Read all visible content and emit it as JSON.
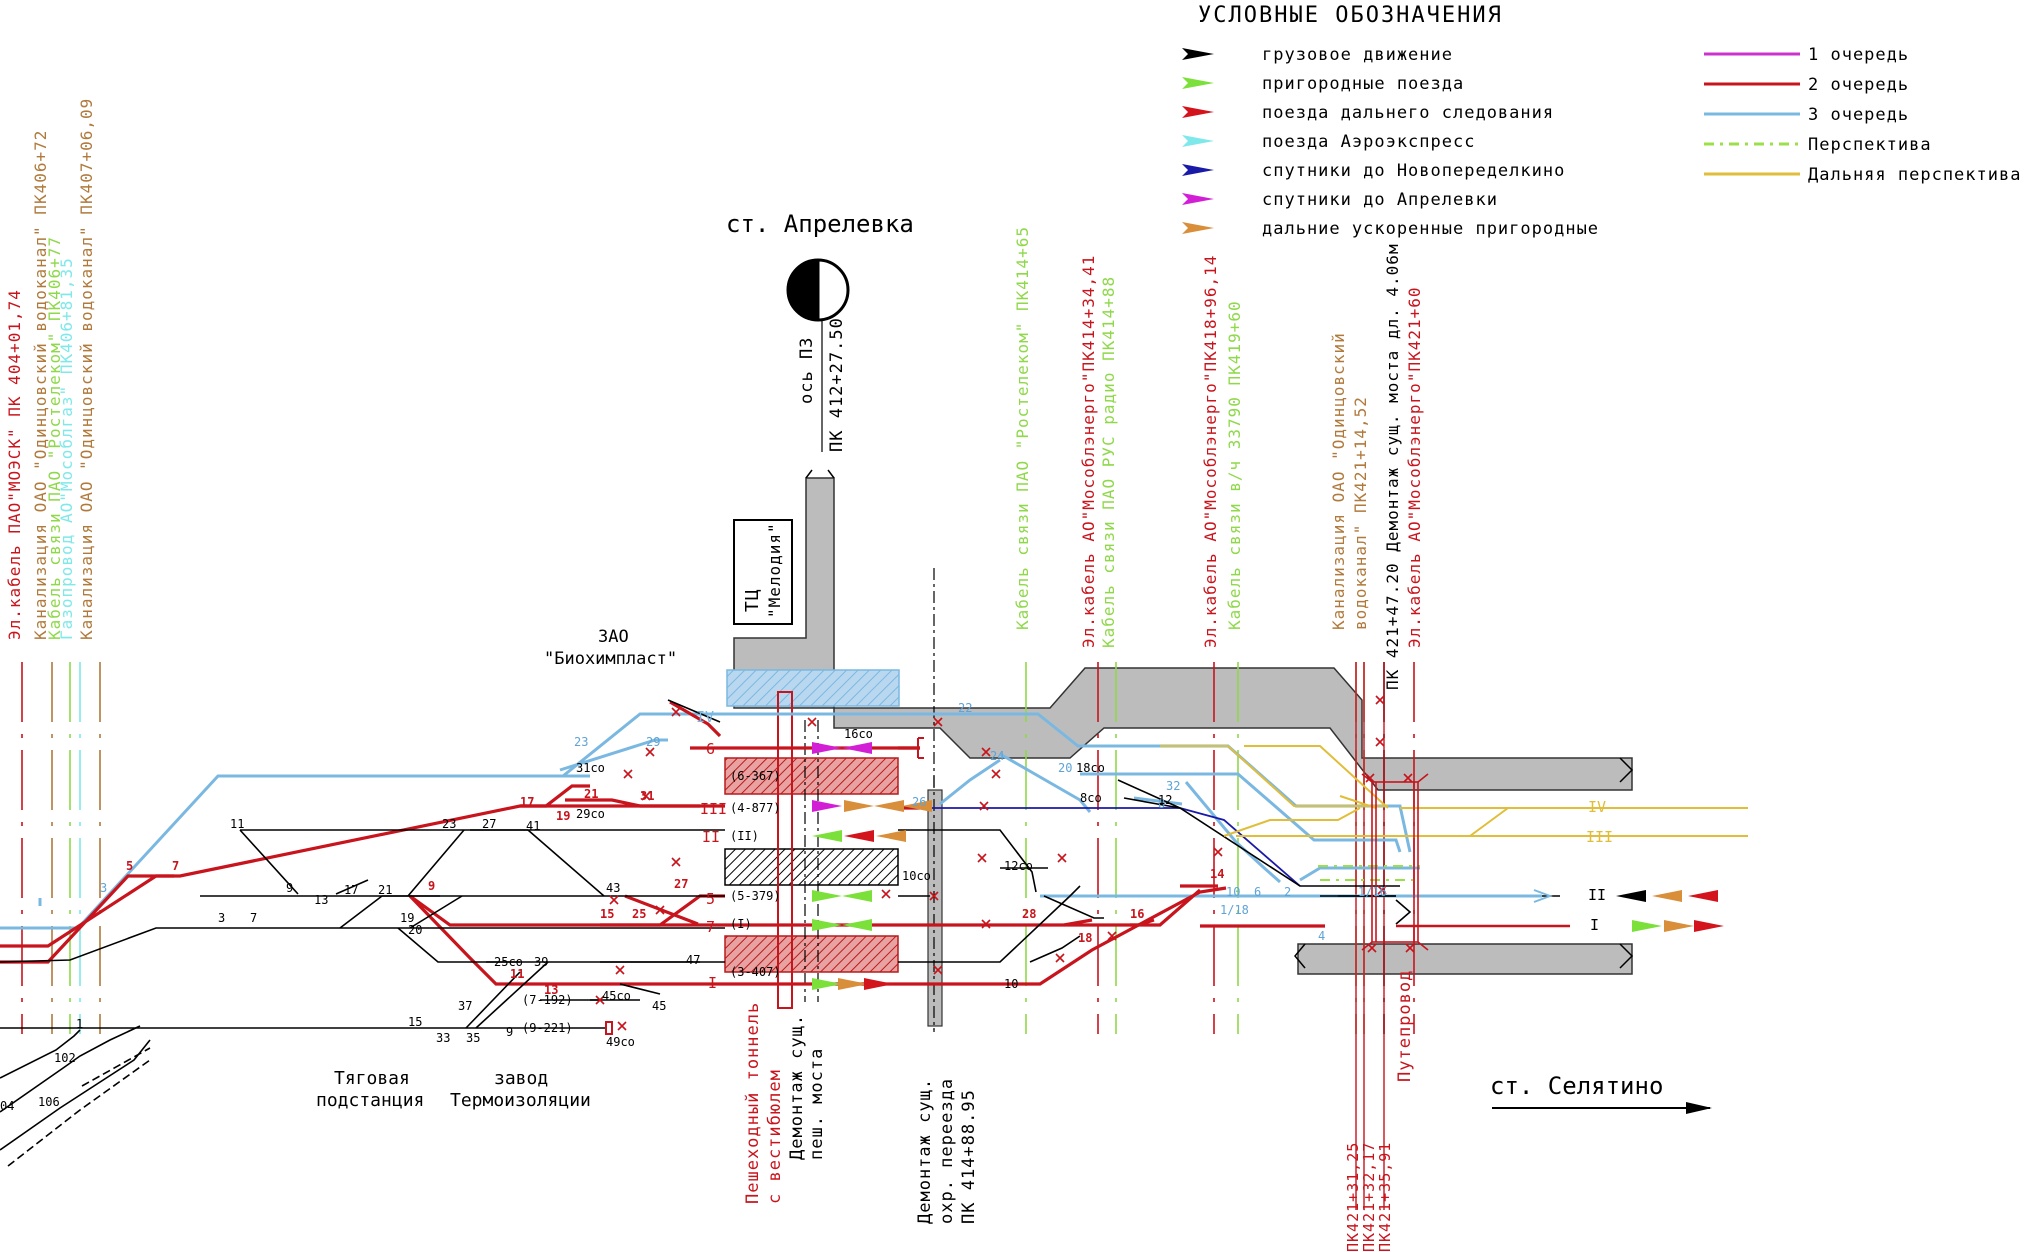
{
  "colors": {
    "black": "#000000",
    "green": "#7be03a",
    "red": "#d4141c",
    "cyan": "#7fe8ea",
    "blue": "#1a1aa8",
    "magenta": "#d21fd6",
    "orange": "#d98e3a",
    "stage1": "#cc33cc",
    "stage2": "#c8141c",
    "stage3": "#7ab8e2",
    "perspective": "#9be04a",
    "far": "#e0be3a",
    "darkred": "#8b2a2a",
    "brown": "#b07a3c",
    "lightgreen": "#8fd84a",
    "grey": "#bcbcbc"
  },
  "legend": {
    "title": "УСЛОВНЫЕ ОБОЗНАЧЕНИЯ",
    "arrows": [
      {
        "label": "грузовое движение",
        "color": "#000000"
      },
      {
        "label": "пригородные поезда",
        "color": "#7be03a"
      },
      {
        "label": "поезда дальнего следования",
        "color": "#d4141c"
      },
      {
        "label": "поезда Аэроэкспресс",
        "color": "#7fe8ea"
      },
      {
        "label": "спутники до Новопеределкино",
        "color": "#1a1aa8"
      },
      {
        "label": "спутники до Апрелевки",
        "color": "#d21fd6"
      },
      {
        "label": "дальние ускоренные пригородные",
        "color": "#d98e3a"
      }
    ],
    "lines": [
      {
        "label": "1 очередь",
        "color": "#cc33cc",
        "dash": ""
      },
      {
        "label": "2 очередь",
        "color": "#c8141c",
        "dash": ""
      },
      {
        "label": "3 очередь",
        "color": "#7ab8e2",
        "dash": ""
      },
      {
        "label": "Перспектива",
        "color": "#9be04a",
        "dash": "10,6,3,6"
      },
      {
        "label": "Дальняя перспектива",
        "color": "#e0be3a",
        "dash": ""
      }
    ]
  },
  "station": {
    "name": "ст. Апрелевка",
    "axis": "ось ПЗ",
    "axis_pk": "ПК 412+27.50",
    "next_station": "ст. Селятино"
  },
  "buildings": {
    "mall": "ТЦ",
    "mall_name": "\"Мелодия\"",
    "company_type": "ЗАО",
    "company_name": "\"Биохимпласт\"",
    "substation_1": "Тяговая",
    "substation_2": "подстанция",
    "factory_1": "завод",
    "factory_2": "Термоизоляции"
  },
  "utilities": [
    {
      "text": "Эл.кабель ПАО\"МОЭСК\" ПК 404+01,74",
      "color": "#c8141c"
    },
    {
      "text": "Канализация ОАО \"Одинцовский водоканал\" ПК406+72",
      "color": "#b07a3c"
    },
    {
      "text": "Кабель связи ПАО \"Ростелеком\" ПК406+77",
      "color": "#8fd84a"
    },
    {
      "text": "Газопровод АО\"Мособлгаз\" ПК406+81,35",
      "color": "#7fe8ea"
    },
    {
      "text": "Канализация ОАО \"Одинцовский водоканал\" ПК407+06,09",
      "color": "#b07a3c"
    },
    {
      "text": "Кабель связи ПАО \"Ростелеком\" ПК414+65",
      "color": "#8fd84a"
    },
    {
      "text": "Эл.кабель АО\"Мособлэнерго\"ПК414+34,41",
      "color": "#c8141c"
    },
    {
      "text": "Кабель связи ПАО РУС радио ПК414+88",
      "color": "#8fd84a"
    },
    {
      "text": "Эл.кабель АО\"Мособлэнерго\"ПК418+96,14",
      "color": "#c8141c"
    },
    {
      "text": "Кабель связи в/ч 33790 ПК419+60",
      "color": "#8fd84a"
    },
    {
      "text": "Канализация ОАО \"Одинцовский",
      "color": "#b07a3c"
    },
    {
      "text": "водоканал\" ПК421+14,52",
      "color": "#b07a3c"
    },
    {
      "text": "ПК 421+47.20  Демонтаж сущ. моста дл. 4.06м",
      "color": "#000000"
    },
    {
      "text": "Эл.кабель АО\"Мособлэнерго\"ПК421+60",
      "color": "#c8141c"
    }
  ],
  "bottom_notes": {
    "tunnel_1": "Пешеходный тоннель",
    "tunnel_2": "с вестибюлем",
    "dem_bridge_1": "Демонтаж сущ.",
    "dem_bridge_2": "пеш. моста",
    "dem_crossing_1": "Демонтаж сущ.",
    "dem_crossing_2": "охр. переезда",
    "dem_crossing_3": "ПК 414+88.95",
    "overpass": "Путепровод",
    "pk1": "ПК421+31,25",
    "pk2": "ПК421+32,17",
    "pk3": "ПК421+35,91"
  },
  "tracks": {
    "IV": "IV",
    "t6": "6",
    "III": "III",
    "II": "II",
    "t5": "5",
    "t7": "7",
    "I": "I",
    "IV_right": "IV",
    "III_right": "III",
    "II_right": "II",
    "I_right": "I",
    "len_III": "(4-877)",
    "len_6": "(6-367)",
    "len_II": "(II)",
    "len_5": "(5-379)",
    "len_7": "(I)",
    "len_I": "(3-407)",
    "len_7192": "(7-192)",
    "len_9221": "(9-221)"
  },
  "switches": {
    "red": [
      "5",
      "7",
      "17",
      "19",
      "21",
      "31",
      "9",
      "15",
      "25",
      "27",
      "11",
      "13",
      "28",
      "18",
      "16",
      "14"
    ],
    "blue": [
      "3",
      "23",
      "29",
      "22",
      "24",
      "26",
      "20",
      "32",
      "8",
      "10",
      "1/18",
      "4",
      "6",
      "2",
      "1/16"
    ],
    "black": [
      "11",
      "23",
      "27",
      "41",
      "43",
      "9",
      "13",
      "17",
      "21",
      "3",
      "7",
      "19",
      "20",
      "25со",
      "39",
      "47",
      "37",
      "45со",
      "45",
      "33",
      "35",
      "9",
      "49со",
      "1",
      "15",
      "102",
      "106",
      "04",
      "31со",
      "29со",
      "16со",
      "18со",
      "8со",
      "12",
      "12со",
      "10со",
      "10"
    ]
  }
}
